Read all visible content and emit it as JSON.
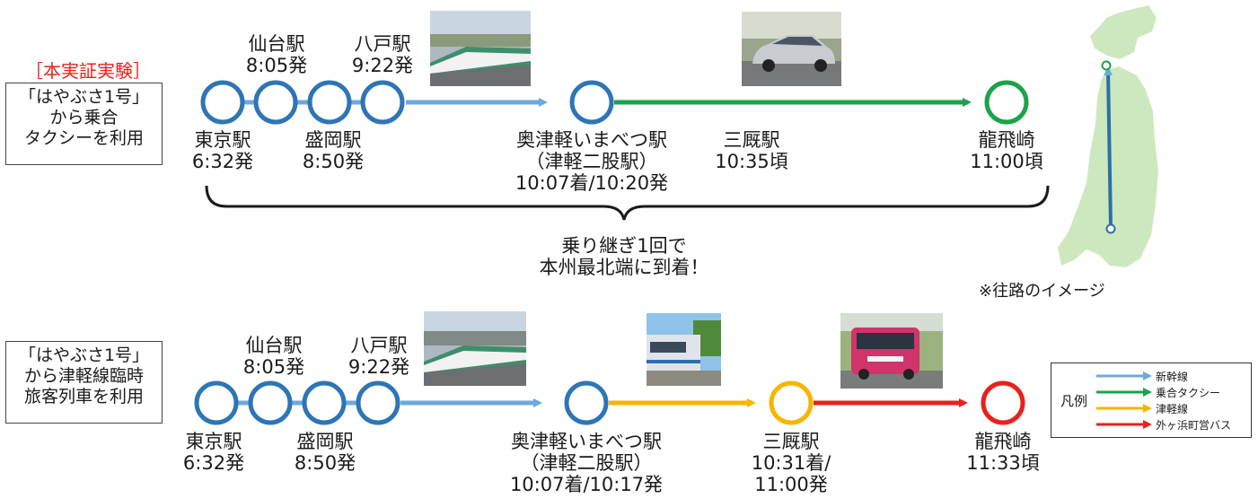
{
  "top": {
    "tag": "［本実証実験］",
    "box_lines": [
      "「はやぶさ1号」",
      "から乗合",
      "タクシーを利用"
    ],
    "stations": [
      {
        "lines": [
          "東京駅",
          "6:32発"
        ]
      },
      {
        "lines": [
          "仙台駅",
          "8:05発"
        ]
      },
      {
        "lines": [
          "盛岡駅",
          "8:50発"
        ]
      },
      {
        "lines": [
          "八戸駅",
          "9:22発"
        ]
      },
      {
        "lines": [
          "奥津軽いまべつ駅",
          "（津軽二股駅）",
          "10:07着/10:20発"
        ]
      },
      {
        "lines": [
          "三厩駅",
          "10:35頃"
        ]
      },
      {
        "lines": [
          "龍飛崎",
          "11:00頃"
        ]
      }
    ],
    "brace_lines": [
      "乗り継ぎ1回で",
      "本州最北端に到着！"
    ]
  },
  "bottom": {
    "box_lines": [
      "「はやぶさ1号」",
      "から津軽線臨時",
      "旅客列車を利用"
    ],
    "stations": [
      {
        "lines": [
          "東京駅",
          "6:32発"
        ]
      },
      {
        "lines": [
          "仙台駅",
          "8:05発"
        ]
      },
      {
        "lines": [
          "盛岡駅",
          "8:50発"
        ]
      },
      {
        "lines": [
          "八戸駅",
          "9:22発"
        ]
      },
      {
        "lines": [
          "奥津軽いまべつ駅",
          "（津軽二股駅）",
          "10:07着/10:17発"
        ]
      },
      {
        "lines": [
          "三厩駅",
          "10:31着/",
          "11:00発"
        ]
      },
      {
        "lines": [
          "龍飛崎",
          "11:33頃"
        ]
      }
    ]
  },
  "map_note": "※往路のイメージ",
  "legend": {
    "title": "凡例",
    "items": [
      {
        "label": "新幹線",
        "color": "#6fa8dc"
      },
      {
        "label": "乗合タクシー",
        "color": "#1aa34a"
      },
      {
        "label": "津軽線",
        "color": "#f7b500"
      },
      {
        "label": "外ヶ浜町営バス",
        "color": "#e8211c"
      }
    ]
  },
  "colors": {
    "station_ring": "#2e75b6",
    "shinkansen": "#6fa8dc",
    "taxi": "#1aa34a",
    "tsugaru": "#f7b500",
    "bus": "#e8211c",
    "map_land": "#cde8bf"
  },
  "icons": [
    "shinkansen-photo",
    "taxi-photo",
    "local-train-photo",
    "bus-photo",
    "japan-map"
  ]
}
